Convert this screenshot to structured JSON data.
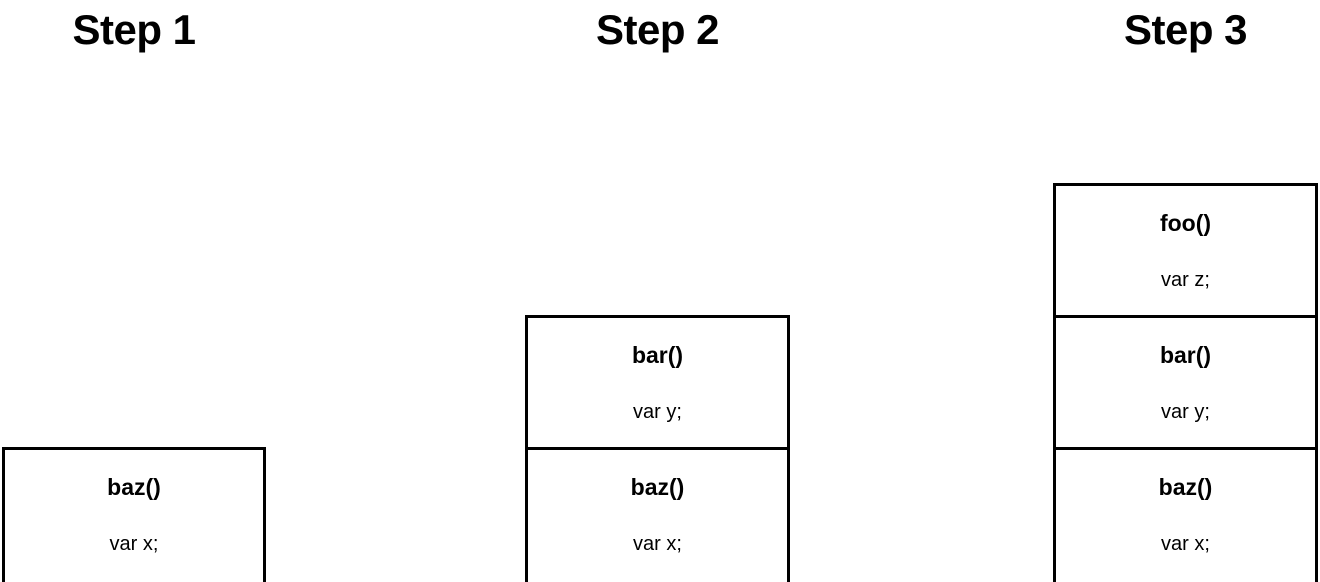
{
  "diagram": {
    "title_prefix": "Step",
    "columns": [
      {
        "title": "Step 1",
        "frames": [
          {
            "name": "baz()",
            "declaration": "var x;"
          }
        ]
      },
      {
        "title": "Step 2",
        "frames": [
          {
            "name": "bar()",
            "declaration": "var y;"
          },
          {
            "name": "baz()",
            "declaration": "var x;"
          }
        ]
      },
      {
        "title": "Step 3",
        "frames": [
          {
            "name": "foo()",
            "declaration": "var z;"
          },
          {
            "name": "bar()",
            "declaration": "var y;"
          },
          {
            "name": "baz()",
            "declaration": "var x;"
          }
        ]
      }
    ],
    "colors": {
      "background": "#ffffff",
      "border": "#000000",
      "text": "#000000"
    }
  }
}
